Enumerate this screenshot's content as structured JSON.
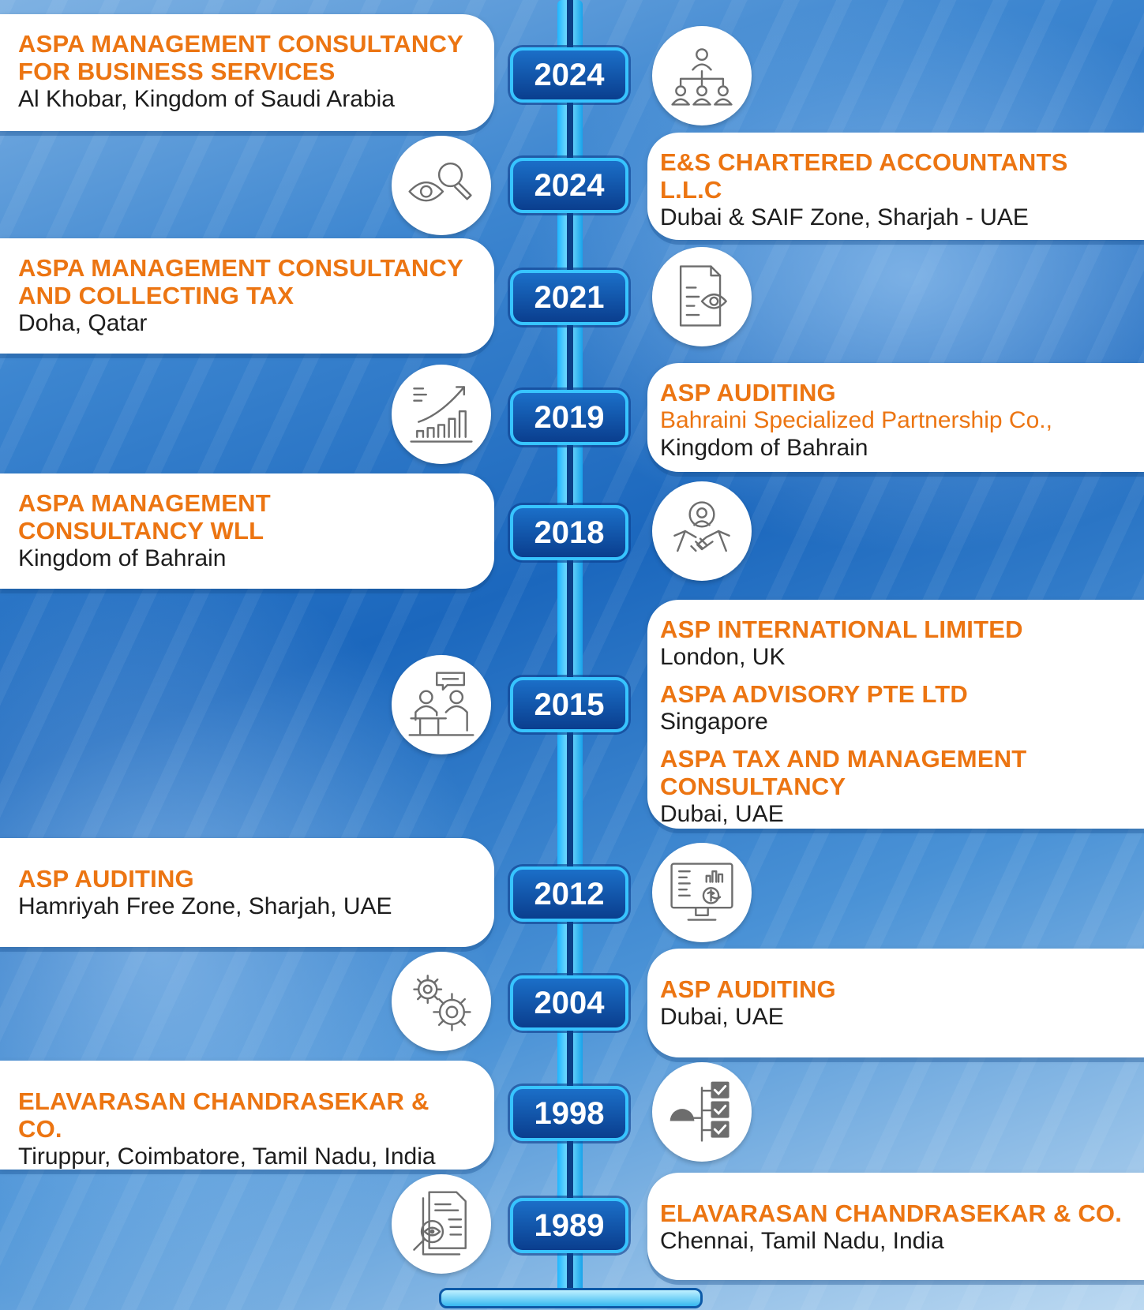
{
  "timeline": [
    {
      "year": "2024",
      "side": "left",
      "icon": "org-hierarchy-icon",
      "entries": [
        {
          "org": "ASPA MANAGEMENT CONSULTANCY FOR BUSINESS SERVICES",
          "location": "Al Khobar, Kingdom of Saudi Arabia"
        }
      ]
    },
    {
      "year": "2024",
      "side": "right",
      "icon": "eye-magnifier-icon",
      "entries": [
        {
          "org": "E&S CHARTERED ACCOUNTANTS L.L.C",
          "location": "Dubai & SAIF Zone, Sharjah - UAE"
        }
      ]
    },
    {
      "year": "2021",
      "side": "left",
      "icon": "document-eye-icon",
      "entries": [
        {
          "org": "ASPA MANAGEMENT CONSULTANCY AND COLLECTING TAX",
          "location": "Doha, Qatar"
        }
      ]
    },
    {
      "year": "2019",
      "side": "right",
      "icon": "growth-chart-icon",
      "entries": [
        {
          "org": "ASP AUDITING",
          "sub": "Bahraini Specialized Partnership Co.,",
          "location": "Kingdom of Bahrain"
        }
      ]
    },
    {
      "year": "2018",
      "side": "left",
      "icon": "handshake-team-icon",
      "entries": [
        {
          "org": "ASPA MANAGEMENT CONSULTANCY WLL",
          "location": "Kingdom of Bahrain"
        }
      ]
    },
    {
      "year": "2015",
      "side": "right",
      "icon": "consultation-desk-icon",
      "entries": [
        {
          "org": "ASP INTERNATIONAL LIMITED",
          "location": "London, UK"
        },
        {
          "org": "ASPA ADVISORY PTE LTD",
          "location": "Singapore"
        },
        {
          "org": "ASPA TAX AND MANAGEMENT CONSULTANCY",
          "location": "Dubai, UAE"
        }
      ]
    },
    {
      "year": "2012",
      "side": "left",
      "icon": "monitor-finance-icon",
      "entries": [
        {
          "org": "ASP AUDITING",
          "location": "Hamriyah Free Zone, Sharjah, UAE"
        }
      ]
    },
    {
      "year": "2004",
      "side": "right",
      "icon": "gears-icon",
      "entries": [
        {
          "org": "ASP AUDITING",
          "location": "Dubai, UAE"
        }
      ]
    },
    {
      "year": "1998",
      "side": "left",
      "icon": "checklist-tree-icon",
      "entries": [
        {
          "org": "ELAVARASAN CHANDRASEKAR & CO.",
          "location": "Tiruppur, Coimbatore, Tamil Nadu, India"
        }
      ]
    },
    {
      "year": "1989",
      "side": "right",
      "icon": "document-search-icon",
      "entries": [
        {
          "org": "ELAVARASAN CHANDRASEKAR & CO.",
          "location": "Chennai, Tamil Nadu, India"
        }
      ]
    }
  ],
  "colors": {
    "org": "#ec7512",
    "location": "#1d1d1d",
    "year_badge": "#0a3e8e",
    "spine": "#1fb6ff"
  }
}
